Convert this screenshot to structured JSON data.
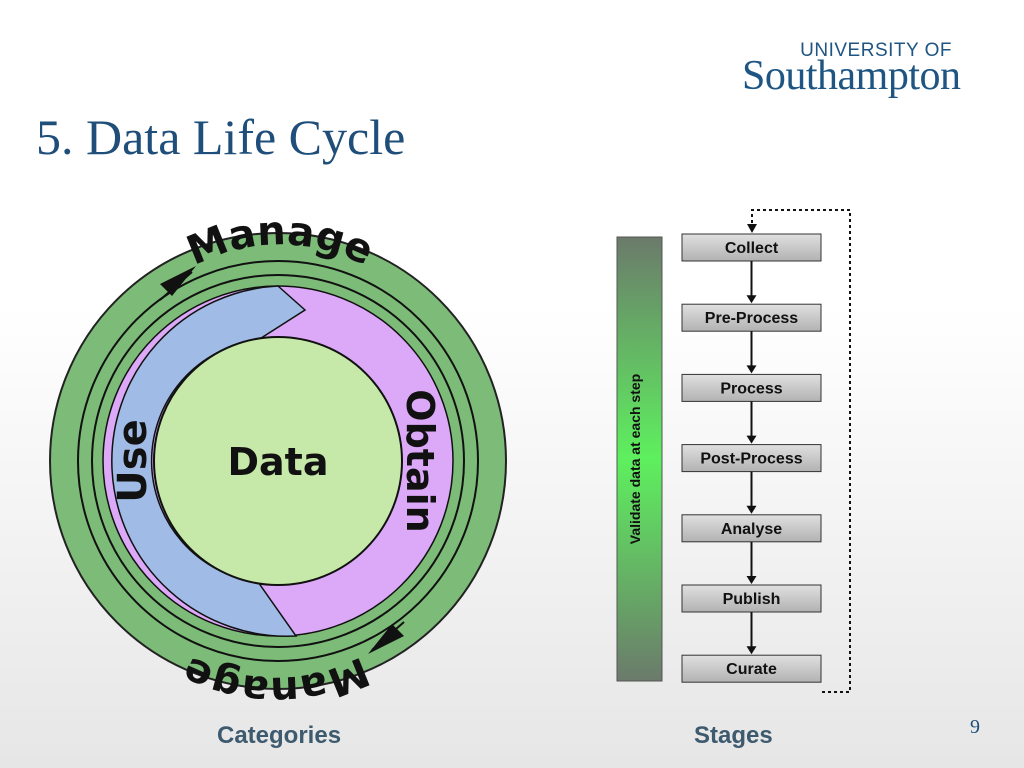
{
  "slide": {
    "title": "5. Data Life Cycle",
    "page_number": "9"
  },
  "logo": {
    "line1": "UNIVERSITY OF",
    "line2": "Southampton",
    "color": "#1e5582"
  },
  "left_diagram": {
    "caption": "Categories",
    "center_label": "Data",
    "labels": {
      "manage_top": "Manage",
      "manage_bottom": "Manage",
      "use": "Use",
      "obtain": "Obtain"
    },
    "colors": {
      "outer_ring": "#7dbb78",
      "use_band": "#a0bce6",
      "obtain_band": "#dca8f8",
      "center": "#c6e8a8"
    }
  },
  "right_diagram": {
    "caption": "Stages",
    "validate_label": "Validate data at each step",
    "stages": [
      "Collect",
      "Pre-Process",
      "Process",
      "Post-Process",
      "Analyse",
      "Publish",
      "Curate"
    ],
    "colors": {
      "stage_box": "#c4c4c4",
      "validate_bar_edge": "#6b7a6b",
      "validate_bar_center": "#5ef05e"
    }
  }
}
